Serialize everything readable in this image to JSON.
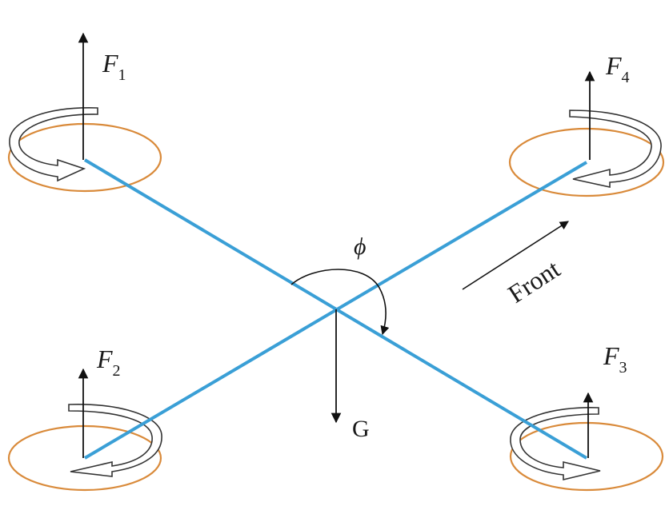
{
  "labels": {
    "force_1": "F",
    "force_1_sub": "1",
    "force_2": "F",
    "force_2_sub": "2",
    "force_3": "F",
    "force_3_sub": "3",
    "force_4": "F",
    "force_4_sub": "4",
    "angle": "ϕ",
    "gravity": "G",
    "front": "Front"
  },
  "colors": {
    "arm": "#3a9fd6",
    "rotor_ring": "#d98a3a",
    "rotor_ring_accent": "#c9562a",
    "arrow": "#111111",
    "spin_arrow_outline": "#333333",
    "spin_arrow_fill": "#ffffff"
  }
}
